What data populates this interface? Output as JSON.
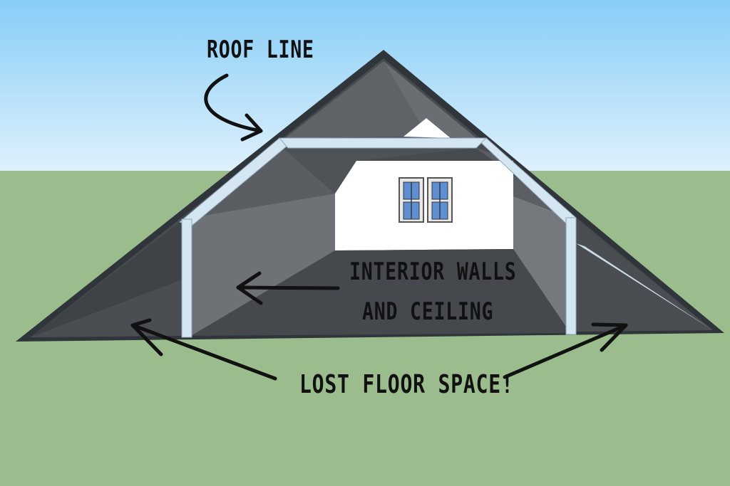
{
  "annotations": {
    "roof_line": "ROOF LINE",
    "interior_line1": "INTERIOR WALLS",
    "interior_line2": "AND CEILING",
    "lost_space": "LOST FLOOR SPACE!"
  },
  "colors": {
    "sky_top": "#87cdf7",
    "sky_bottom": "#dff1fc",
    "ground": "#9bbd8d",
    "roof_edge": "#2f353a",
    "roof_dark": "#474b50",
    "roof_mid": "#63666b",
    "wall_side": "#6e7176",
    "floor": "#45494e",
    "gable_wall": "#ffffff",
    "frame": "#d4e6f2",
    "window_glass": "#5f8fd0",
    "arrow": "#111111"
  },
  "icons": [
    "curved-arrow-icon",
    "arrow-icon"
  ]
}
